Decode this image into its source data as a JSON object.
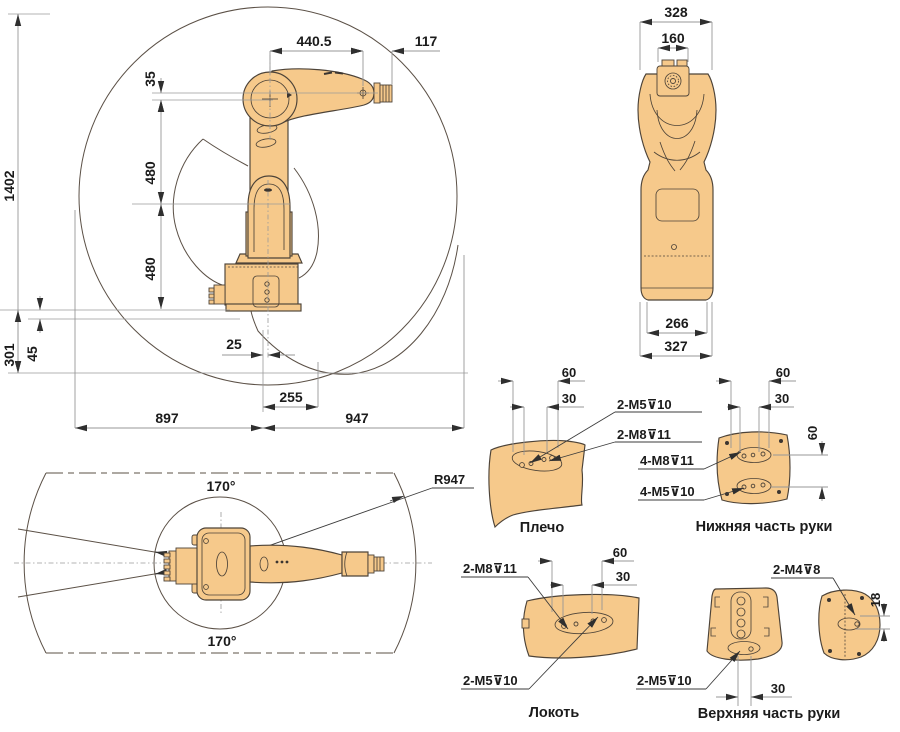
{
  "drawing": {
    "colors": {
      "body_fill": "#F6C98B",
      "outline": "#4D4338",
      "dim_line": "#979797",
      "text": "#1B1B1B"
    },
    "side_view": {
      "dims": {
        "w440_5": "440.5",
        "w117": "117",
        "h35": "35",
        "h480_upper": "480",
        "h480_lower": "480",
        "h1402": "1402",
        "h301": "301",
        "h45": "45",
        "w25": "25",
        "w255": "255",
        "w897": "897",
        "w947": "947"
      }
    },
    "front_view": {
      "dims": {
        "w328": "328",
        "w160": "160",
        "w266": "266",
        "w327": "327"
      }
    },
    "top_view": {
      "rotation_top": "170°",
      "rotation_bottom": "170°",
      "radius": "R947"
    },
    "details": {
      "shoulder": {
        "caption": "Плечо",
        "d60": "60",
        "d30": "30",
        "m5": "2-M5⊽10",
        "m8": "2-M8⊽11"
      },
      "lower_arm": {
        "caption": "Нижняя часть руки",
        "d60": "60",
        "d30": "30",
        "d60_side": "60",
        "m8": "4-M8⊽11",
        "m5": "4-M5⊽10"
      },
      "elbow": {
        "caption": "Локоть",
        "d60": "60",
        "d30": "30",
        "m8": "2-M8⊽11",
        "m5": "2-M5⊽10"
      },
      "upper_arm": {
        "caption": "Верхняя часть руки",
        "d30": "30",
        "d18": "18",
        "m5": "2-M5⊽10",
        "m4": "2-M4⊽8"
      }
    }
  }
}
